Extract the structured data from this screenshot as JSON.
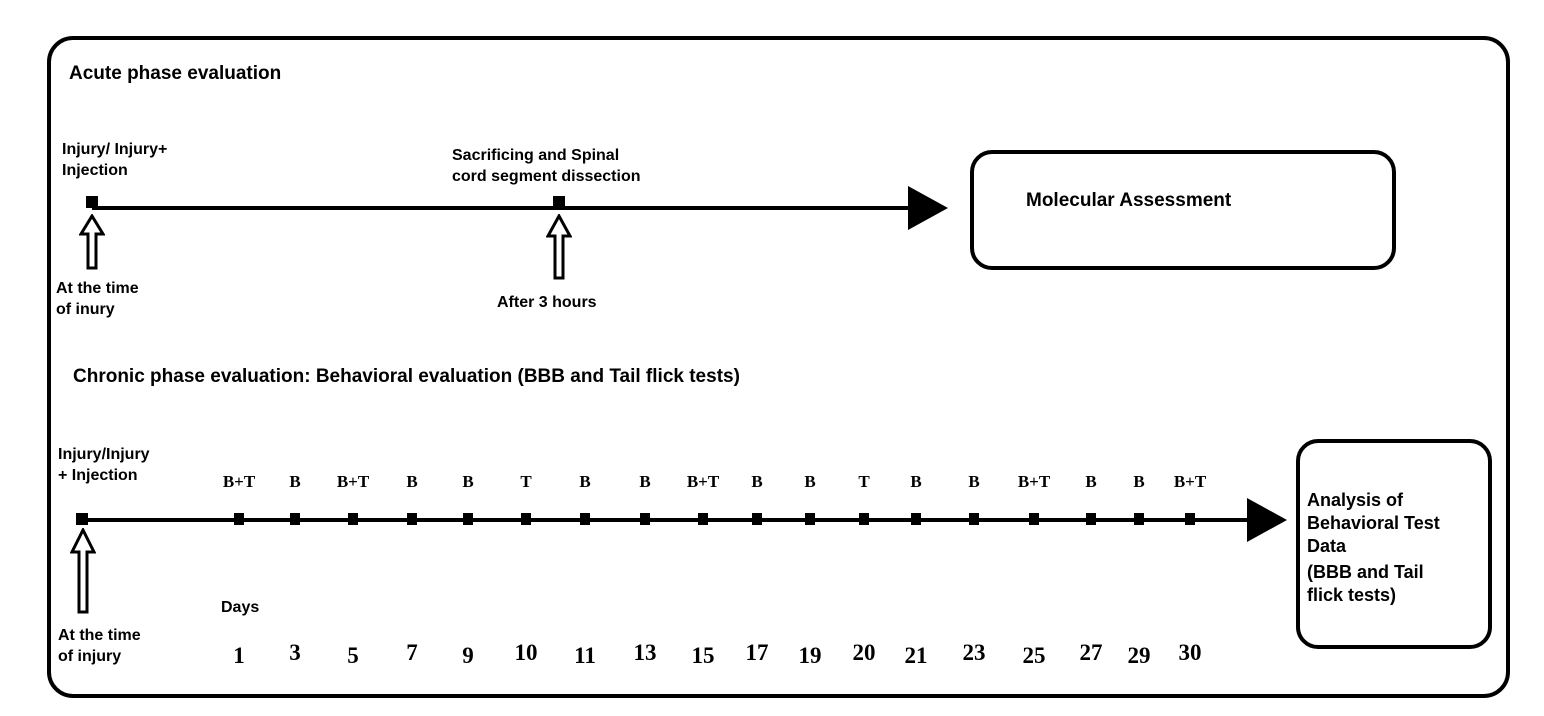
{
  "acute": {
    "title": "Acute phase evaluation",
    "start_label": [
      "Injury/ Injury+",
      "Injection"
    ],
    "start_below": [
      "At the time",
      "of inury"
    ],
    "mid_label": [
      "Sacrificing and Spinal",
      "cord segment dissection"
    ],
    "mid_below": "After 3 hours",
    "box_label": "Molecular Assessment"
  },
  "chronic": {
    "title": "Chronic phase evaluation: Behavioral evaluation (BBB and Tail flick tests)",
    "start_label": [
      "Injury/Injury",
      "+ Injection"
    ],
    "start_below": [
      "At the time",
      "of injury"
    ],
    "days_label": "Days",
    "box_label": [
      "Analysis of",
      "Behavioral Test",
      "Data",
      "(BBB and Tail",
      "flick tests)"
    ],
    "timepoints": [
      {
        "day": "1",
        "test": "B+T"
      },
      {
        "day": "3",
        "test": "B"
      },
      {
        "day": "5",
        "test": "B+T"
      },
      {
        "day": "7",
        "test": "B"
      },
      {
        "day": "9",
        "test": "B"
      },
      {
        "day": "10",
        "test": "T"
      },
      {
        "day": "11",
        "test": "B"
      },
      {
        "day": "13",
        "test": "B"
      },
      {
        "day": "15",
        "test": "B+T"
      },
      {
        "day": "17",
        "test": "B"
      },
      {
        "day": "19",
        "test": "B"
      },
      {
        "day": "20",
        "test": "T"
      },
      {
        "day": "21",
        "test": "B"
      },
      {
        "day": "23",
        "test": "B"
      },
      {
        "day": "25",
        "test": "B+T"
      },
      {
        "day": "27",
        "test": "B"
      },
      {
        "day": "29",
        "test": "B"
      },
      {
        "day": "30",
        "test": "B+T"
      }
    ]
  }
}
